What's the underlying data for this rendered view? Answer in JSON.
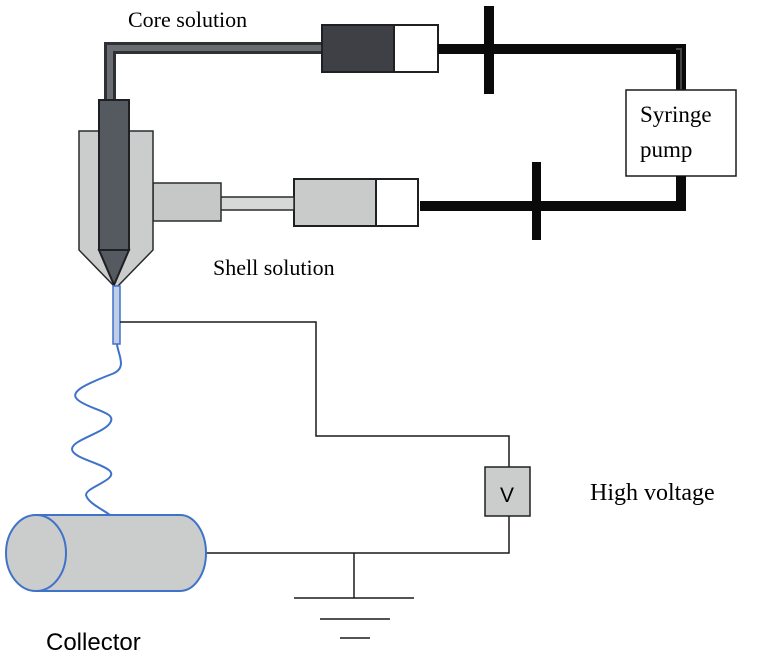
{
  "labels": {
    "core_solution": "Core solution",
    "shell_solution": "Shell solution",
    "syringe_pump_line1": "Syringe",
    "syringe_pump_line2": "pump",
    "high_voltage": "High voltage",
    "voltmeter_symbol": "V",
    "collector": "Collector"
  },
  "colors": {
    "dark_gray": "#414347",
    "nozzle_gray": "#5a5d62",
    "light_gray": "#cbcccc",
    "black": "#0a0a0a",
    "tube_gray": "#5b5e63",
    "fiber_blue": "#3f73c9",
    "wire": "#1a1a1a"
  }
}
